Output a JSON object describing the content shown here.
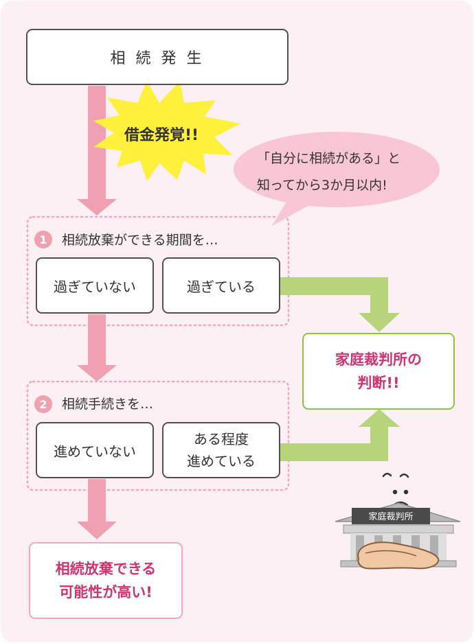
{
  "start": {
    "label": "相 続 発 生"
  },
  "burst": {
    "label": "借金発覚!!"
  },
  "bubble": {
    "line1": "「自分に相続がある」と",
    "line2": "知ってから3か月以内!"
  },
  "step1": {
    "number": "1",
    "question": "相続放棄ができる期間を…",
    "option_no": "過ぎていない",
    "option_yes": "過ぎている"
  },
  "step2": {
    "number": "2",
    "question": "相続手続きを…",
    "option_no": "進めていない",
    "option_yes_line1": "ある程度",
    "option_yes_line2": "進めている"
  },
  "court_result": {
    "line1": "家庭裁判所の",
    "line2": "判断!!"
  },
  "final_result": {
    "line1": "相続放棄できる",
    "line2": "可能性が高い!"
  },
  "court_building": {
    "sign": "家庭裁判所"
  },
  "colors": {
    "background": "#fdf0f4",
    "pink_arrow": "#f0a0b0",
    "green_arrow": "#b6d47a",
    "green_border": "#8cc63e",
    "pink_border": "#f4a6bb",
    "accent_text": "#d2336e",
    "burst": "#fff03c",
    "bubble": "#f8c6d4"
  }
}
